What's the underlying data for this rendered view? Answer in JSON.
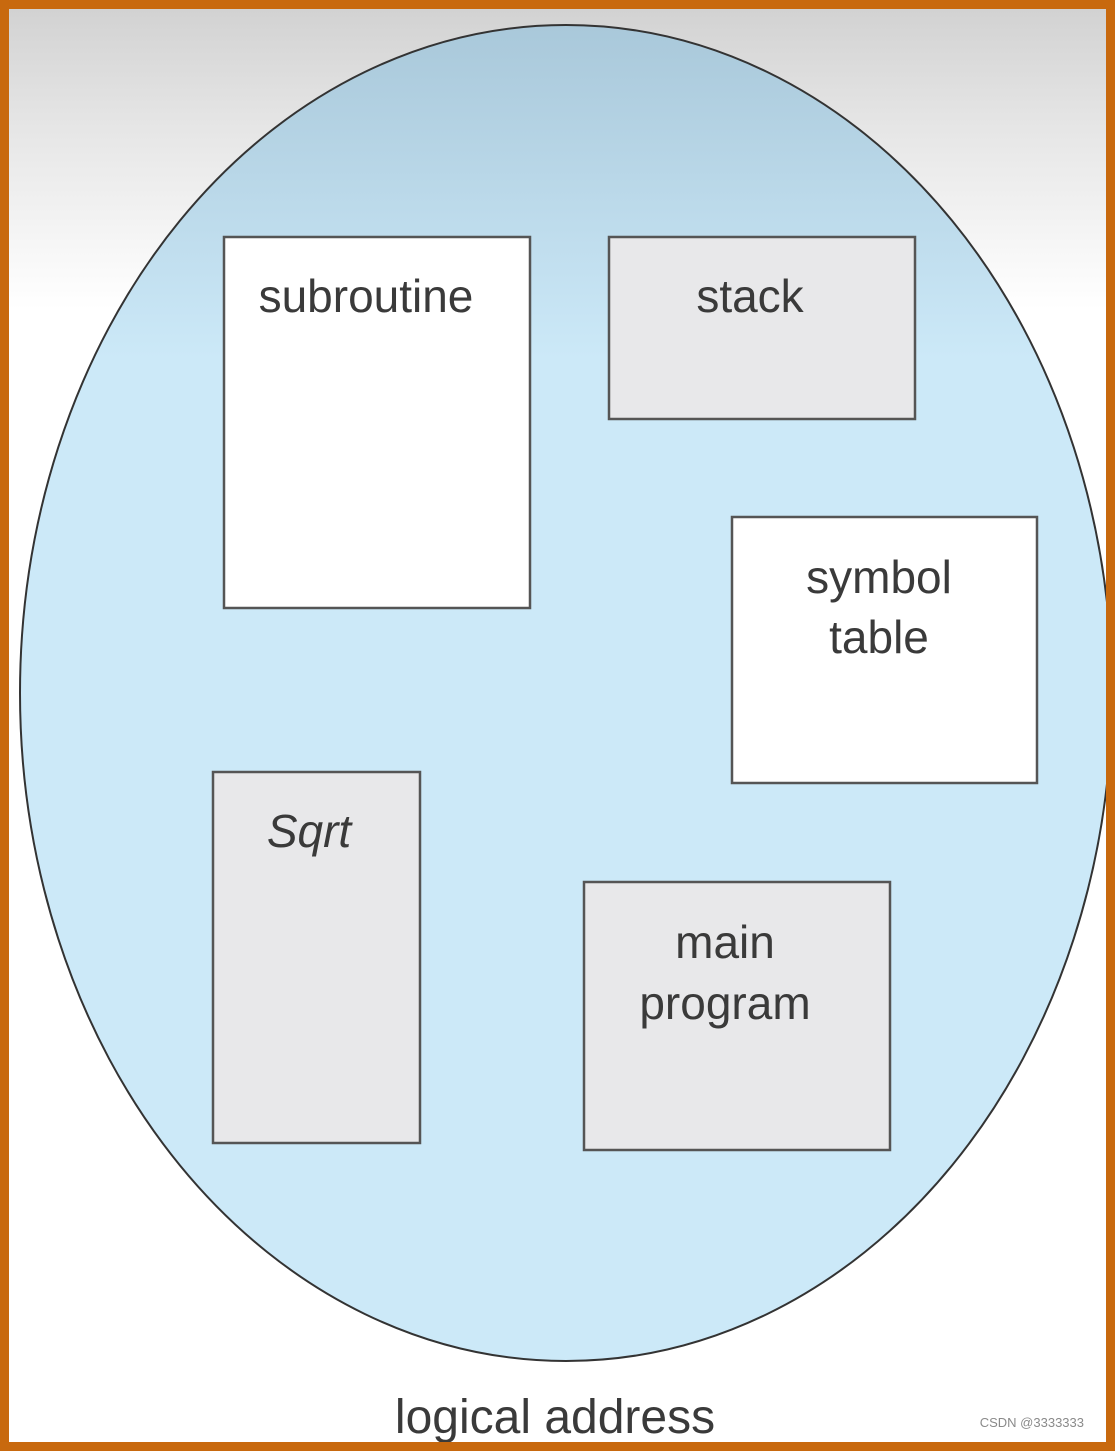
{
  "colors": {
    "frame_border": "#c8690e",
    "ellipse_fill": "#cce9f8",
    "ellipse_top": "#a9c8da",
    "box_white": "#ffffff",
    "box_gray": "#e8e8ea",
    "box_stroke": "#555555",
    "text": "#3a3a3a"
  },
  "segments": [
    {
      "id": "subroutine",
      "lines": [
        "subroutine"
      ],
      "fill": "white",
      "italic": false
    },
    {
      "id": "stack",
      "lines": [
        "stack"
      ],
      "fill": "gray",
      "italic": false
    },
    {
      "id": "symbol-table",
      "lines": [
        "symbol",
        "table"
      ],
      "fill": "white",
      "italic": false
    },
    {
      "id": "sqrt",
      "lines": [
        "Sqrt"
      ],
      "fill": "gray",
      "italic": true
    },
    {
      "id": "main-program",
      "lines": [
        "main",
        "program"
      ],
      "fill": "gray",
      "italic": false
    }
  ],
  "caption": "logical address",
  "watermark": "CSDN @3333333"
}
